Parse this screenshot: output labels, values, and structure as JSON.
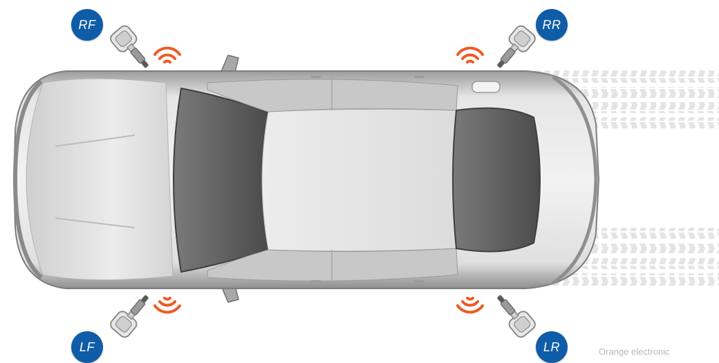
{
  "badges": {
    "rf": "RF",
    "rr": "RR",
    "lf": "LF",
    "lr": "LR"
  },
  "watermark": "Orange electronic",
  "colors": {
    "badge": "#0f5da8",
    "signal": "#ee5a24",
    "car_body": "#d6d6d6",
    "glass": "#5c5c5c",
    "tire_track": "#e2e2e2"
  },
  "icons": {
    "sensor": "tpms-valve-sensor-icon",
    "signal": "wireless-signal-icon"
  }
}
